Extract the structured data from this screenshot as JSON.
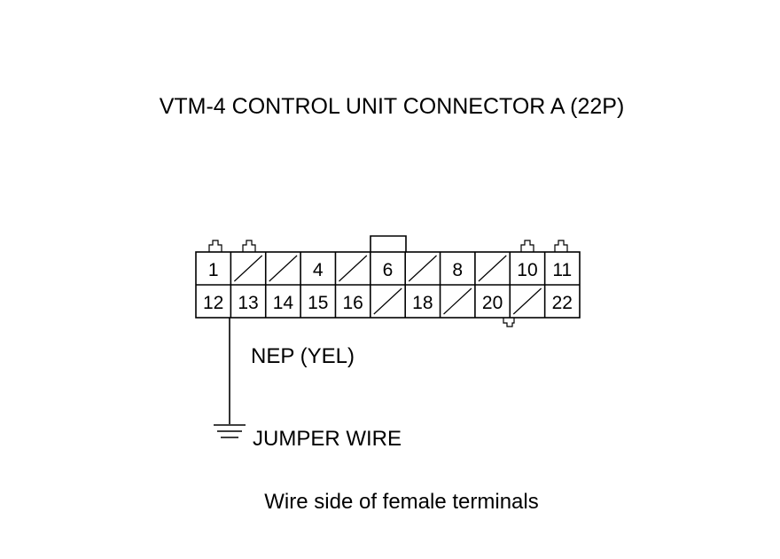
{
  "title": "VTM-4 CONTROL UNIT CONNECTOR A (22P)",
  "connector": {
    "row1": [
      "1",
      "",
      "",
      "4",
      "",
      "6",
      "",
      "8",
      "",
      "10",
      "11"
    ],
    "row2": [
      "12",
      "13",
      "14",
      "15",
      "16",
      "",
      "18",
      "",
      "20",
      "",
      "22"
    ]
  },
  "labels": {
    "nep": "NEP (YEL)",
    "jumper": "JUMPER WIRE",
    "caption": "Wire side of female terminals"
  }
}
